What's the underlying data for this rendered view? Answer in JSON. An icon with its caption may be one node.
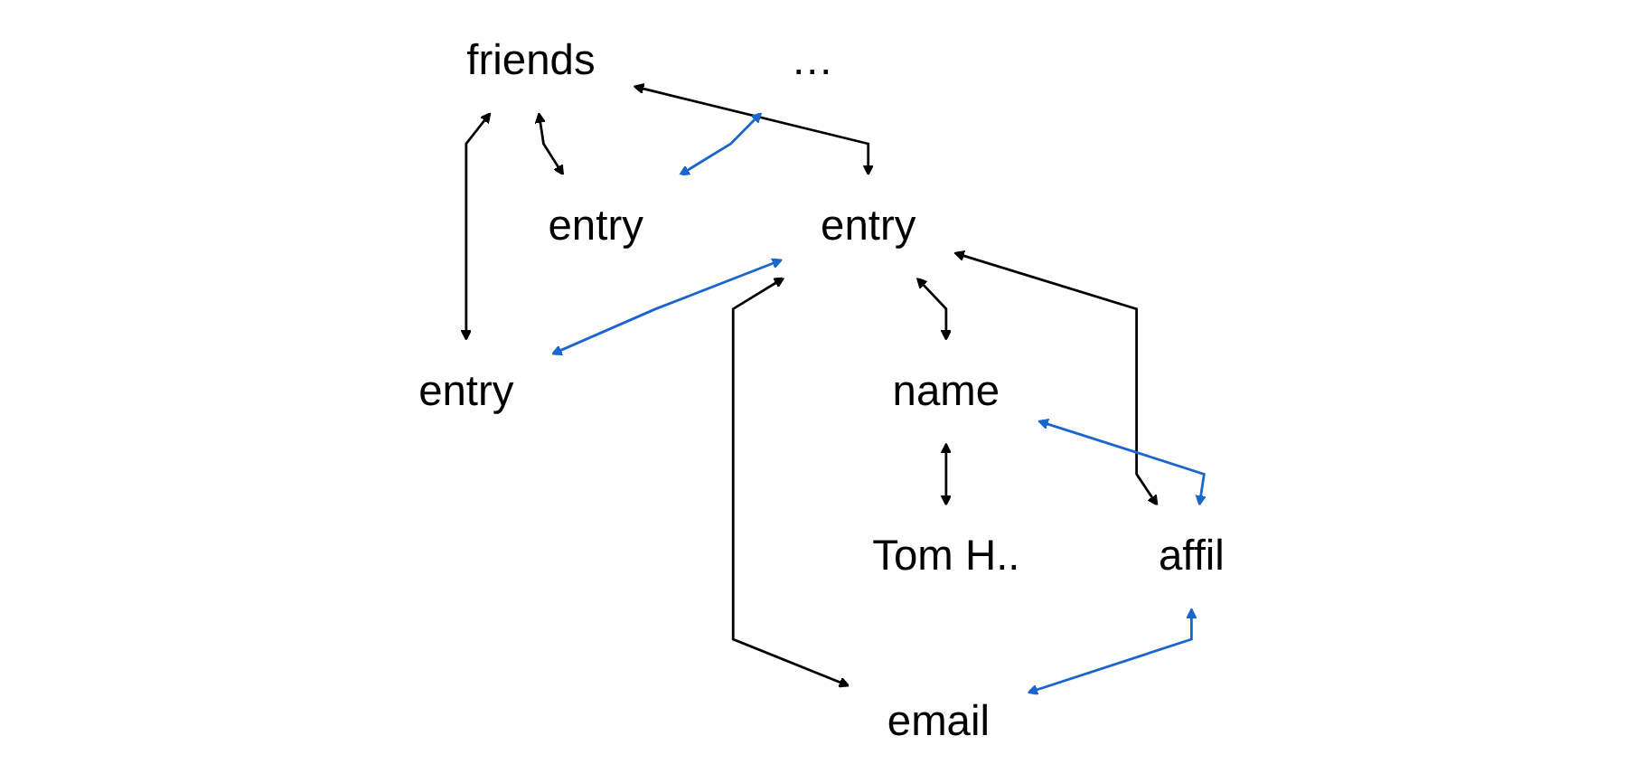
{
  "diagram": {
    "nodes": [
      {
        "text": [
          "friends"
        ]
      },
      {
        "text": [
          "entry"
        ]
      },
      {
        "text": [
          "entry"
        ]
      },
      {
        "text": [
          "…"
        ]
      },
      {
        "text": [
          "entry"
        ]
      },
      {
        "text": [
          "name"
        ]
      },
      {
        "text": [
          "affil"
        ]
      },
      {
        "text": [
          "email"
        ]
      },
      {
        "text": [
          "Tom H.."
        ]
      }
    ],
    "edges": [
      {
        "from": 0,
        "to": 1,
        "arrow": "both"
      },
      {
        "from": 0,
        "to": 2,
        "arrow": "both"
      },
      {
        "from": 0,
        "to": 4,
        "arrow": "both"
      },
      {
        "from": 1,
        "to": 2,
        "arrow": "both",
        "color": "#1a66cc"
      },
      {
        "from": 3,
        "to": 4,
        "arrow": "both",
        "color": "#1a66cc"
      },
      {
        "from": 1,
        "to": 5,
        "arrow": "both"
      },
      {
        "from": 1,
        "to": 6,
        "arrow": "both"
      },
      {
        "from": 1,
        "to": 7,
        "arrow": "both"
      },
      {
        "from": 5,
        "to": 6,
        "arrow": "both",
        "color": "#1a66cc"
      },
      {
        "from": 6,
        "to": 7,
        "arrow": "both",
        "color": "#1a66cc"
      },
      {
        "from": 5,
        "to": 8,
        "arrow": "both"
      }
    ]
  }
}
